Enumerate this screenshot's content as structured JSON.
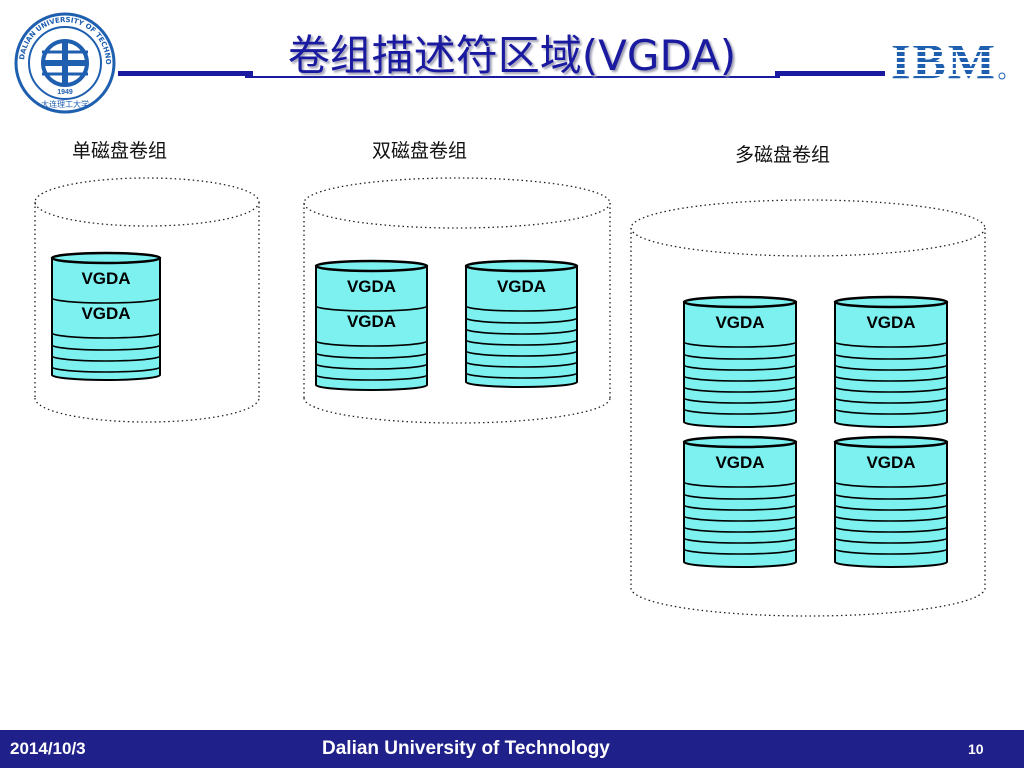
{
  "slide": {
    "title": "卷组描述符区域(VGDA)",
    "logo_left_text": "DALIAN UNIVERSITY OF TECHNOLOGY",
    "logo_left_year": "1949",
    "logo_left_script": "大连理工大学",
    "logo_right_text": "IBM"
  },
  "groups": [
    {
      "label": "单磁盘卷组",
      "disks": [
        {
          "labels": [
            "VGDA",
            "VGDA"
          ]
        }
      ]
    },
    {
      "label": "双磁盘卷组",
      "disks": [
        {
          "labels": [
            "VGDA",
            "VGDA"
          ]
        },
        {
          "labels": [
            "VGDA"
          ]
        }
      ]
    },
    {
      "label": "多磁盘卷组",
      "disks": [
        {
          "labels": [
            "VGDA"
          ]
        },
        {
          "labels": [
            "VGDA"
          ]
        },
        {
          "labels": [
            "VGDA"
          ]
        },
        {
          "labels": [
            "VGDA"
          ]
        }
      ]
    }
  ],
  "footer": {
    "date": "2014/10/3",
    "organization": "Dalian University of Technology",
    "page": "10"
  },
  "colors": {
    "title": "#1a1aa0",
    "footer_bg": "#20208a",
    "disk_fill": "#7df0f0",
    "ibm_blue": "#1f5fb0"
  }
}
